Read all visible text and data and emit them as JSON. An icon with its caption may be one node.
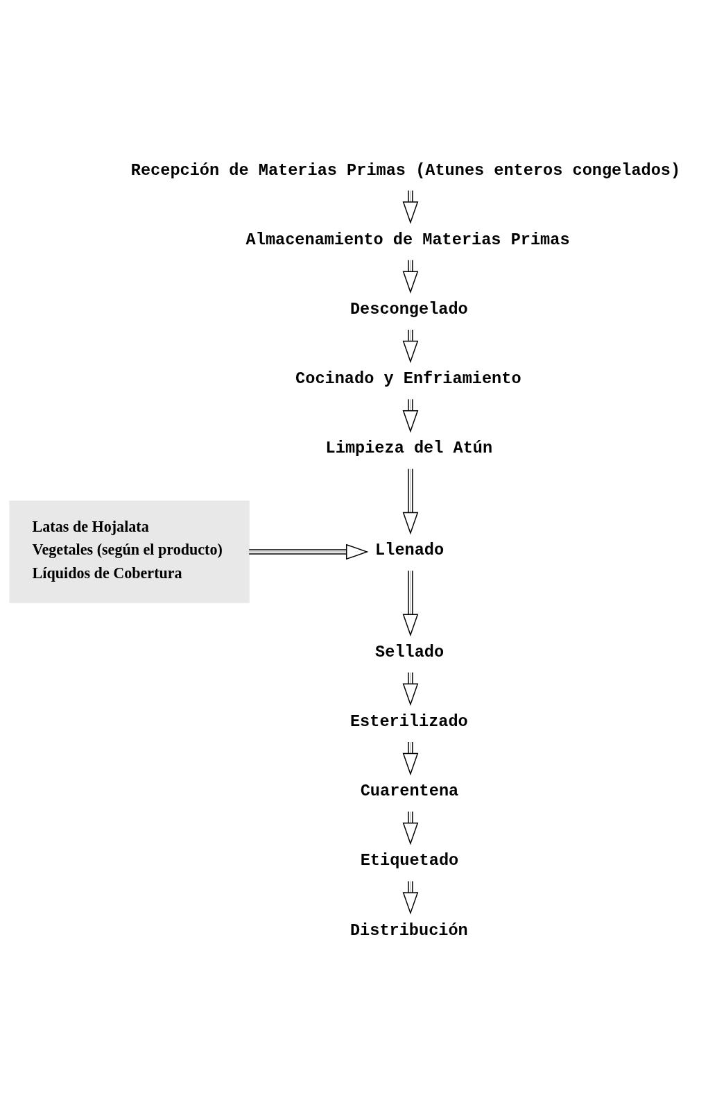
{
  "diagram": {
    "nodes": [
      {
        "text": [
          "Recepción de Materias Primas (Atunes enteros congelados)"
        ]
      },
      {
        "text": [
          "Almacenamiento de Materias Primas"
        ]
      },
      {
        "text": [
          "Descongelado"
        ]
      },
      {
        "text": [
          "Cocinado y Enfriamiento"
        ]
      },
      {
        "text": [
          "Limpieza del Atún"
        ]
      },
      {
        "text": [
          "Llenado"
        ]
      },
      {
        "text": [
          "Sellado"
        ]
      },
      {
        "text": [
          "Esterilizado"
        ]
      },
      {
        "text": [
          "Cuarentena"
        ]
      },
      {
        "text": [
          "Etiquetado"
        ]
      },
      {
        "text": [
          "Distribución"
        ]
      },
      {
        "text": [
          "Latas de Hojalata",
          "Vegetales (según el producto)",
          "Líquidos de Cobertura"
        ]
      }
    ],
    "edges": [
      {
        "from": 0,
        "to": 1,
        "arrow": "to"
      },
      {
        "from": 1,
        "to": 2,
        "arrow": "to"
      },
      {
        "from": 2,
        "to": 3,
        "arrow": "to"
      },
      {
        "from": 3,
        "to": 4,
        "arrow": "to"
      },
      {
        "from": 4,
        "to": 5,
        "arrow": "to"
      },
      {
        "from": 5,
        "to": 6,
        "arrow": "to"
      },
      {
        "from": 6,
        "to": 7,
        "arrow": "to"
      },
      {
        "from": 7,
        "to": 8,
        "arrow": "to"
      },
      {
        "from": 8,
        "to": 9,
        "arrow": "to"
      },
      {
        "from": 9,
        "to": 10,
        "arrow": "to"
      },
      {
        "from": 11,
        "to": 5,
        "arrow": "to"
      }
    ]
  }
}
